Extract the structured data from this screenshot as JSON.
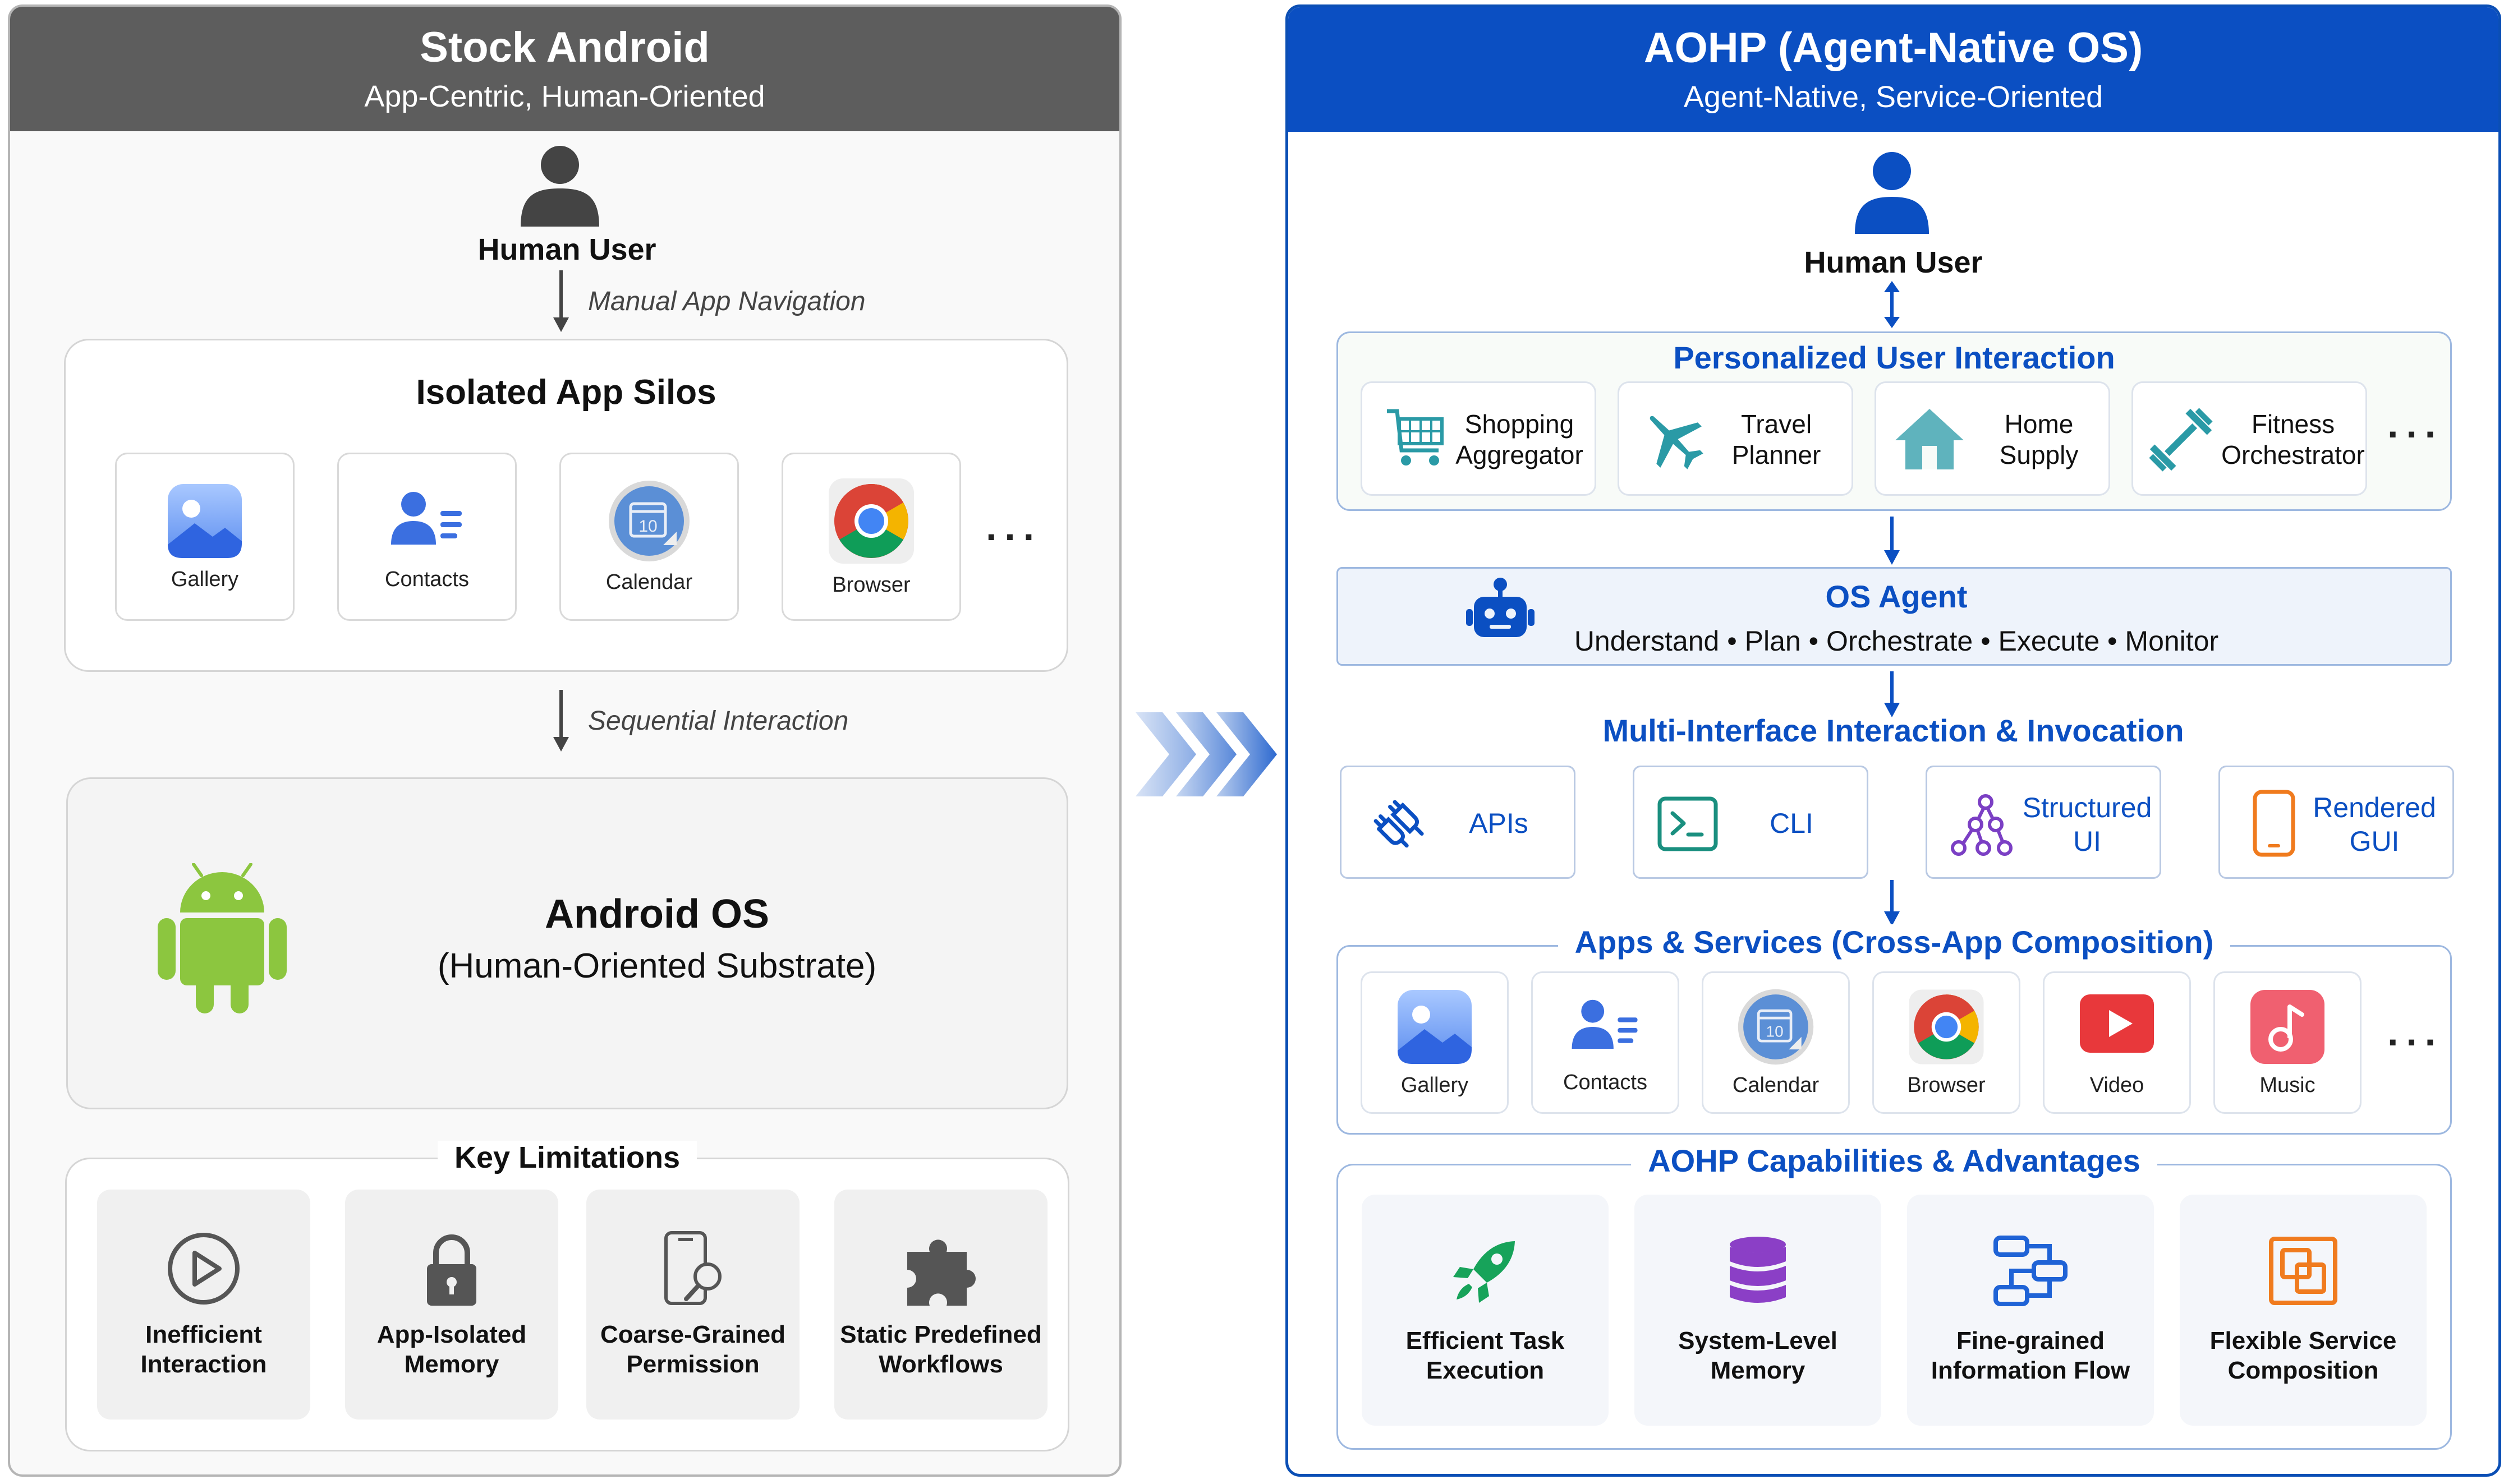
{
  "left": {
    "title": "Stock Android",
    "subtitle": "App-Centric, Human-Oriented",
    "user_label": "Human User",
    "nav_note": "Manual App Navigation",
    "silos_title": "Isolated App Silos",
    "apps": [
      {
        "label": "Gallery",
        "icon": "gallery-icon"
      },
      {
        "label": "Contacts",
        "icon": "contacts-icon"
      },
      {
        "label": "Calendar",
        "icon": "calendar-icon"
      },
      {
        "label": "Browser",
        "icon": "chrome-icon"
      }
    ],
    "apps_more": "···",
    "seq_note": "Sequential Interaction",
    "os_title": "Android OS",
    "os_subtitle": "(Human-Oriented Substrate)",
    "limits_title": "Key Limitations",
    "limits": [
      {
        "label1": "Inefficient",
        "label2": "Interaction",
        "icon": "play-circle-icon"
      },
      {
        "label1": "App-Isolated",
        "label2": "Memory",
        "icon": "lock-icon"
      },
      {
        "label1": "Coarse-Grained",
        "label2": "Permission",
        "icon": "phone-search-icon"
      },
      {
        "label1": "Static Predefined",
        "label2": "Workflows",
        "icon": "puzzle-icon"
      }
    ]
  },
  "right": {
    "title": "AOHP (Agent-Native OS)",
    "subtitle": "Agent-Native, Service-Oriented",
    "user_label": "Human User",
    "pui_title": "Personalized User Interaction",
    "services": [
      {
        "label1": "Shopping",
        "label2": "Aggregator",
        "icon": "cart-icon"
      },
      {
        "label1": "Travel",
        "label2": "Planner",
        "icon": "airplane-icon"
      },
      {
        "label1": "Home",
        "label2": "Supply",
        "icon": "home-icon"
      },
      {
        "label1": "Fitness",
        "label2": "Orchestrator",
        "icon": "dumbbell-icon"
      }
    ],
    "services_more": "···",
    "agent_title": "OS Agent",
    "agent_steps": "Understand • Plan • Orchestrate • Execute • Monitor",
    "mi_title": "Multi-Interface Interaction & Invocation",
    "interfaces": [
      {
        "label1": "APIs",
        "label2": "",
        "icon": "plug-icon"
      },
      {
        "label1": "CLI",
        "label2": "",
        "icon": "terminal-icon"
      },
      {
        "label1": "Structured",
        "label2": "UI",
        "icon": "tree-icon"
      },
      {
        "label1": "Rendered",
        "label2": "GUI",
        "icon": "phone-icon"
      }
    ],
    "apps_title": "Apps & Services (Cross-App Composition)",
    "apps": [
      {
        "label": "Gallery",
        "icon": "gallery-icon"
      },
      {
        "label": "Contacts",
        "icon": "contacts-icon"
      },
      {
        "label": "Calendar",
        "icon": "calendar-icon"
      },
      {
        "label": "Browser",
        "icon": "chrome-icon"
      },
      {
        "label": "Video",
        "icon": "video-icon"
      },
      {
        "label": "Music",
        "icon": "music-icon"
      }
    ],
    "apps_more": "···",
    "caps_title": "AOHP Capabilities & Advantages",
    "caps": [
      {
        "label1": "Efficient Task",
        "label2": "Execution",
        "icon": "rocket-icon"
      },
      {
        "label1": "System-Level",
        "label2": "Memory",
        "icon": "database-icon"
      },
      {
        "label1": "Fine-grained",
        "label2": "Information Flow",
        "icon": "flow-icon"
      },
      {
        "label1": "Flexible Service",
        "label2": "Composition",
        "icon": "composition-icon"
      }
    ]
  },
  "colors": {
    "left_header": "#5d5d5d",
    "right_header": "#0b4fc2",
    "accent_blue": "#0b4fc2",
    "android_green": "#8cc63f",
    "light_blue_bg": "#eef3fb"
  }
}
